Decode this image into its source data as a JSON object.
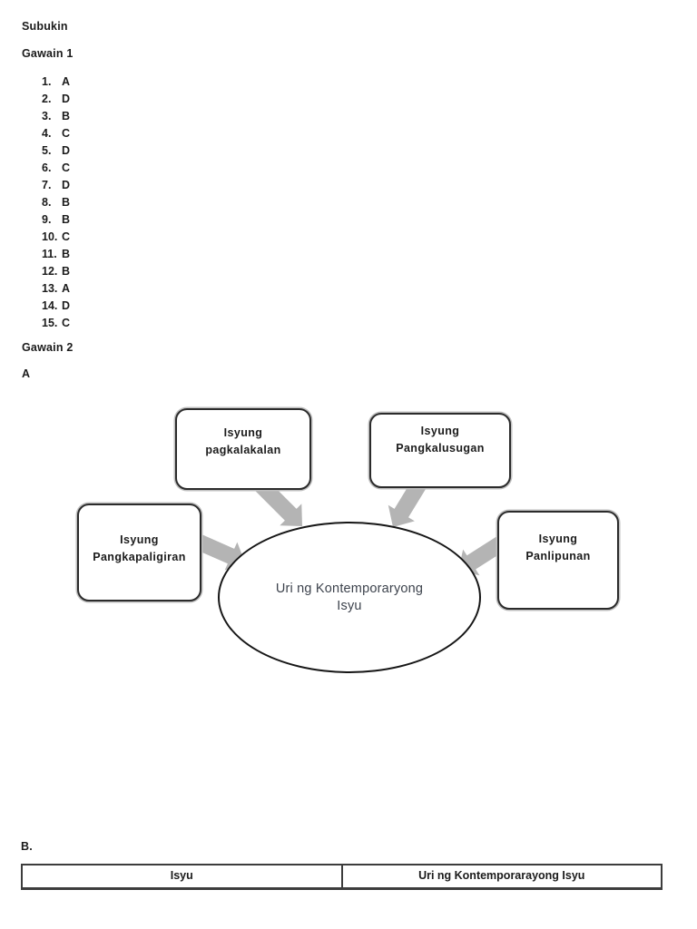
{
  "document": {
    "title": "Subukin",
    "gawain1": "Gawain 1",
    "gawain2": "Gawain 2",
    "label_a": "A",
    "label_b": "B."
  },
  "answers": [
    {
      "num": "1.",
      "letter": "A"
    },
    {
      "num": "2.",
      "letter": "D"
    },
    {
      "num": "3.",
      "letter": "B"
    },
    {
      "num": "4.",
      "letter": "C"
    },
    {
      "num": "5.",
      "letter": "D"
    },
    {
      "num": "6.",
      "letter": "C"
    },
    {
      "num": "7.",
      "letter": "D"
    },
    {
      "num": "8.",
      "letter": "B"
    },
    {
      "num": "9.",
      "letter": "B"
    },
    {
      "num": "10.",
      "letter": "C"
    },
    {
      "num": "11.",
      "letter": "B"
    },
    {
      "num": "12.",
      "letter": "B"
    },
    {
      "num": "13.",
      "letter": "A"
    },
    {
      "num": "14.",
      "letter": "D"
    },
    {
      "num": "15.",
      "letter": "C"
    }
  ],
  "diagram": {
    "center_label": "Uri ng Kontemporaryong Isyu",
    "nodes": [
      {
        "line1": "Isyung",
        "line2": "pagkalakalan"
      },
      {
        "line1": "Isyung",
        "line2": "Pangkalusugan"
      },
      {
        "line1": "Isyung",
        "line2": "Pangkapaligiran"
      },
      {
        "line1": "Isyung",
        "line2": "Panlipunan"
      }
    ],
    "arrow_color": "#b4b4b4"
  },
  "table": {
    "headers": [
      "Isyu",
      "Uri ng Kontemporarayong Isyu"
    ]
  }
}
